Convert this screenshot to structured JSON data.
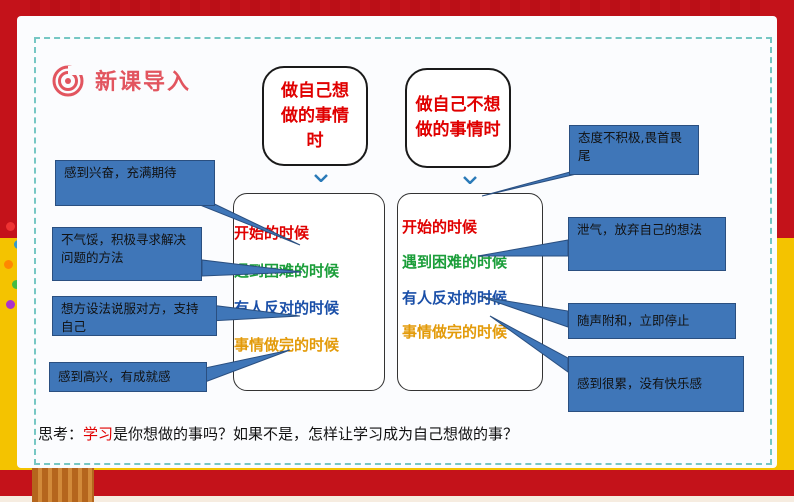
{
  "section": {
    "title": "新课导入"
  },
  "bubbles": {
    "left": "做自己想做的事情时",
    "right": "做自己不想做的事情时"
  },
  "rows": [
    {
      "label": "开始的时候",
      "color": "#e00000"
    },
    {
      "label": "遇到困难的时候",
      "color": "#1b9e3a"
    },
    {
      "label": "有人反对的时候",
      "color": "#1a4fa8"
    },
    {
      "label": "事情做完的时候",
      "color": "#e39b0a"
    }
  ],
  "notes_left": [
    "感到兴奋，充满期待",
    "不气馁，积极寻求解决问题的方法",
    "想方设法说服对方，支持自己",
    "感到高兴，有成就感"
  ],
  "notes_right": [
    "态度不积极,畏首畏尾",
    "泄气，放弃自己的想法",
    "随声附和，立即停止",
    "感到很累，没有快乐感"
  ],
  "question": {
    "prefix": "思考：",
    "highlight": "学习",
    "rest": "是你想做的事吗？如果不是，怎样让学习成为自己想做的事？"
  },
  "colors": {
    "accent_red": "#c4121a",
    "accent_yellow": "#f4c300",
    "note_blue": "#3f76b8",
    "title_pink": "#e2555f"
  }
}
